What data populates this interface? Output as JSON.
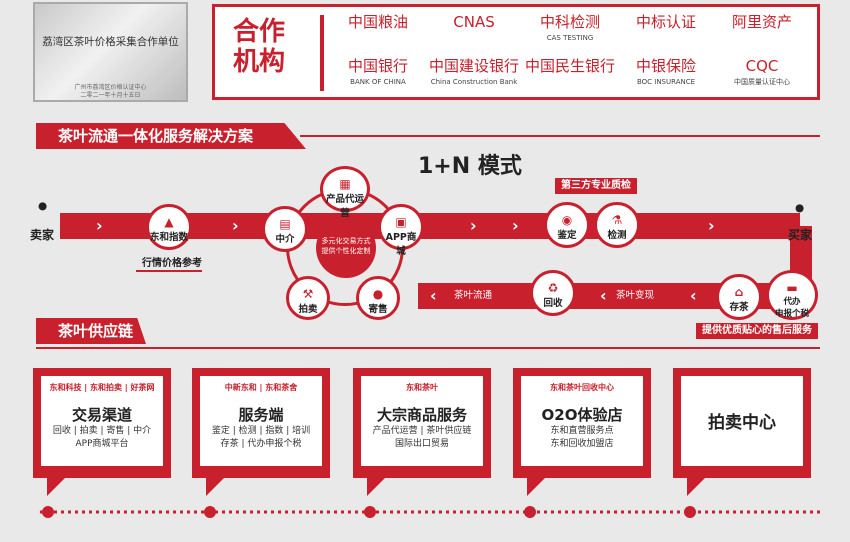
{
  "plaque": {
    "title": "荔湾区茶叶价格采集合作单位",
    "sub1": "广州市荔湾区价格认证中心",
    "sub2": "二零二一年十月十五日"
  },
  "partners": {
    "label": "合作机构",
    "logos": [
      {
        "glyph": "中国粮油",
        "cap": "",
        "icon": "coin-emblem-icon"
      },
      {
        "glyph": "CNAS",
        "cap": "",
        "icon": "cnas-icon"
      },
      {
        "glyph": "中科检测",
        "cap": "CAS TESTING",
        "icon": "cas-icon"
      },
      {
        "glyph": "中标认证",
        "cap": "",
        "icon": "casc-icon"
      },
      {
        "glyph": "阿里资产",
        "cap": "",
        "icon": "ali-icon"
      },
      {
        "glyph": "中国银行",
        "cap": "BANK OF CHINA",
        "icon": "boc-icon"
      },
      {
        "glyph": "中国建设银行",
        "cap": "China Construction Bank",
        "icon": "ccb-icon"
      },
      {
        "glyph": "中国民生银行",
        "cap": "",
        "icon": "cmbc-icon"
      },
      {
        "glyph": "中银保险",
        "cap": "BOC INSURANCE",
        "icon": "boci-icon"
      },
      {
        "glyph": "CQC",
        "cap": "中国质量认证中心",
        "icon": "cqc-icon"
      }
    ]
  },
  "section1": {
    "title": "茶叶流通一体化服务解决方案"
  },
  "mode_title": "1+N 模式",
  "flow": {
    "seller": "卖家",
    "buyer": "买家",
    "node_index": "东和指数",
    "node_agent": "中介",
    "node_product": "产品代运营",
    "node_app": "APP商城",
    "node_auction": "拍卖",
    "node_consign": "寄售",
    "center_l1": "多元化交易方式",
    "center_l2": "提供个性化定制",
    "third_party": "第三方专业质检",
    "node_appraise": "鉴定",
    "node_inspect": "检测",
    "node_store": "存茶",
    "node_tax_l1": "代办",
    "node_tax_l2": "申报个税",
    "node_recycle": "回收",
    "tea_flow": "茶叶流通",
    "tea_cash": "茶叶变现",
    "price_ref": "行情价格参考",
    "after_sale": "提供优质贴心的售后服务"
  },
  "section2": {
    "title": "茶叶供应链"
  },
  "cards": [
    {
      "logos": "东和科技 | 东和拍卖 | 好茶网",
      "title": "交易渠道",
      "sub1": "回收 | 拍卖 | 寄售 | 中介",
      "sub2": "APP商城平台"
    },
    {
      "logos": "中新东和 | 东和茶舍",
      "title": "服务端",
      "sub1": "鉴定 | 检测 | 指数 | 培训",
      "sub2": "存茶 | 代办申报个税"
    },
    {
      "logos": "东和茶叶",
      "title": "大宗商品服务",
      "sub1": "产品代运营 | 茶叶供应链",
      "sub2": "国际出口贸易"
    },
    {
      "logos": "东和茶叶回收中心",
      "title": "O2O体验店",
      "sub1": "东和直营服务点",
      "sub2": "东和回收加盟店"
    },
    {
      "logos": "",
      "title": "拍卖中心",
      "sub1": "",
      "sub2": ""
    }
  ],
  "colors": {
    "accent": "#c8202c",
    "panel": "#ffffff",
    "wall": "#e9e9ea"
  }
}
